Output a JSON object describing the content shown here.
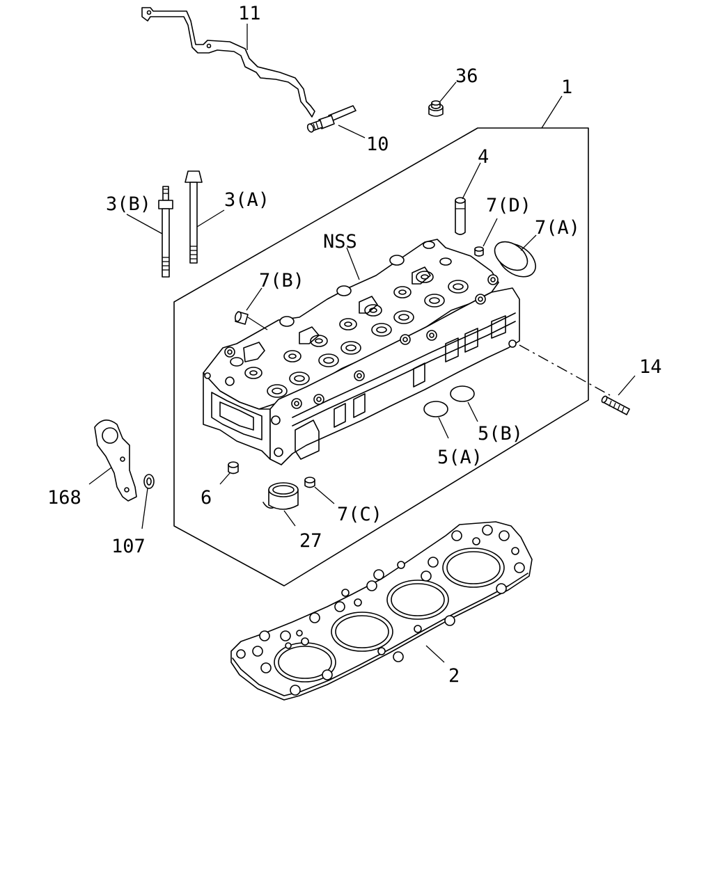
{
  "callouts": {
    "p11": "11",
    "p36": "36",
    "p1": "1",
    "p10": "10",
    "p4": "4",
    "p3b": "3(B)",
    "p3a": "3(A)",
    "p7d": "7(D)",
    "p7a": "7(A)",
    "nss": "NSS",
    "p7b": "7(B)",
    "p14": "14",
    "p5b": "5(B)",
    "p5a": "5(A)",
    "p168": "168",
    "p6": "6",
    "p7c": "7(C)",
    "p107": "107",
    "p27": "27",
    "p2": "2"
  }
}
